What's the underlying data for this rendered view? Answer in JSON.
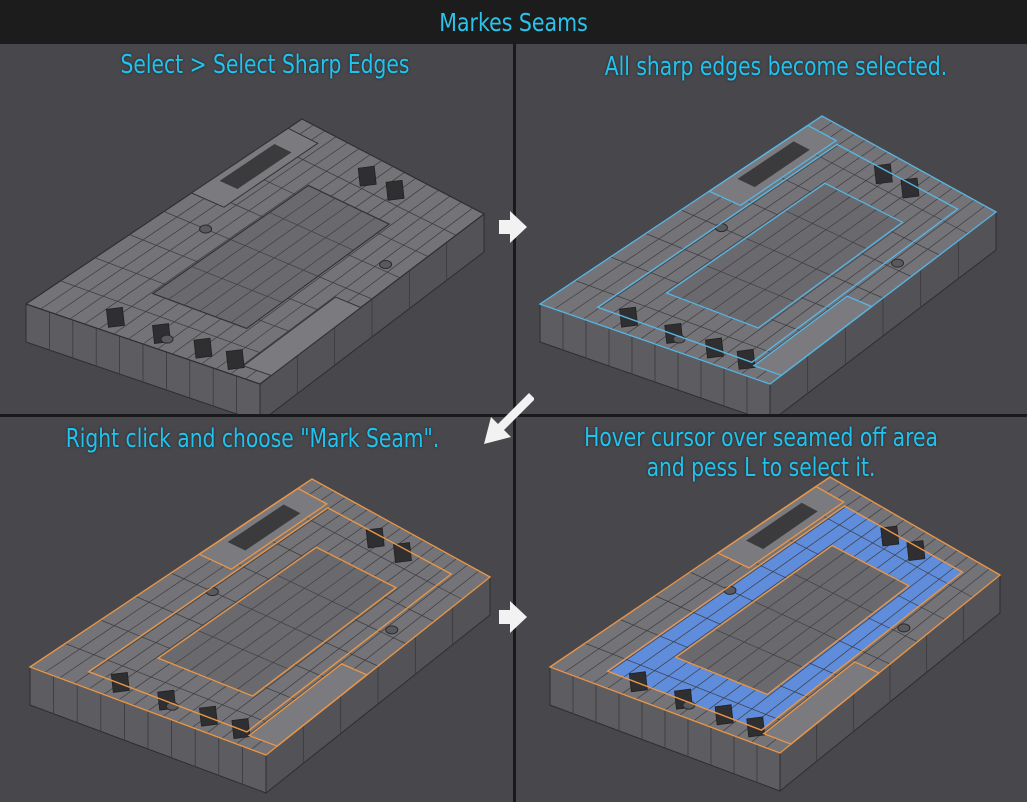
{
  "title": "Markes Seams",
  "panels": [
    {
      "caption_lines": [
        "Select > Select Sharp Edges"
      ],
      "edge_color": "",
      "highlight": false
    },
    {
      "caption_lines": [
        "All sharp edges become selected."
      ],
      "edge_color": "#5ab4e0",
      "highlight": false
    },
    {
      "caption_lines": [
        "Right click and choose \"Mark Seam\"."
      ],
      "edge_color": "#e8964a",
      "highlight": false
    },
    {
      "caption_lines": [
        "Hover cursor  over seamed off area",
        "and pess L to select it."
      ],
      "edge_color": "#e8964a",
      "highlight": true
    }
  ],
  "arrows": [
    "right-arrow-icon",
    "down-left-arrow-icon",
    "right-arrow-icon"
  ],
  "colors": {
    "caption": "#1fc3ee",
    "panel_bg": "#48474c",
    "mesh_body": "#707074",
    "selected_face": "#5e8ee0"
  }
}
